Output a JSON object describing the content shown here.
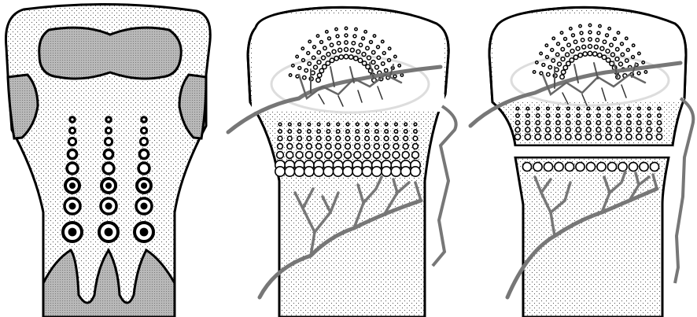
{
  "figure": {
    "panels": [
      {
        "id": "panel-1",
        "state": "cartilage-model"
      },
      {
        "id": "panel-2",
        "state": "vascular-invasion"
      },
      {
        "id": "panel-3",
        "state": "physis-separated"
      }
    ]
  },
  "colors": {
    "outline": "#000000",
    "stipple": "#555555",
    "gray_fill": "#b4b4b4",
    "vessel": "#777777",
    "vessel_dark": "#555555",
    "background": "#ffffff"
  },
  "icons": {
    "chondrocyte": "ring",
    "vessel": "branching-line"
  }
}
